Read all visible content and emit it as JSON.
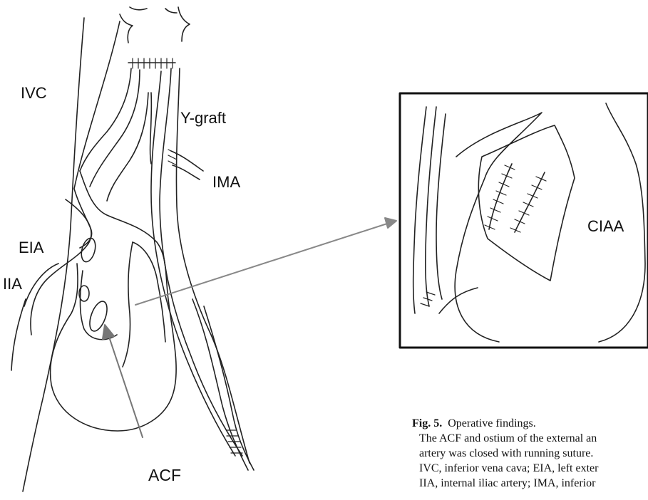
{
  "labels": {
    "ivc": "IVC",
    "y_graft": "Y-graft",
    "ima": "IMA",
    "eia": "EIA",
    "iia": "IIA",
    "acf": "ACF",
    "ciaa": "CIAA"
  },
  "caption": {
    "fig_label": "Fig. 5.",
    "title": "Operative findings.",
    "line1": "The ACF and ostium of the external an",
    "line2": "artery was closed with running suture.",
    "line3": "IVC, inferior vena cava; EIA, left exter",
    "line4": "IIA, internal iliac artery; IMA, inferior"
  }
}
